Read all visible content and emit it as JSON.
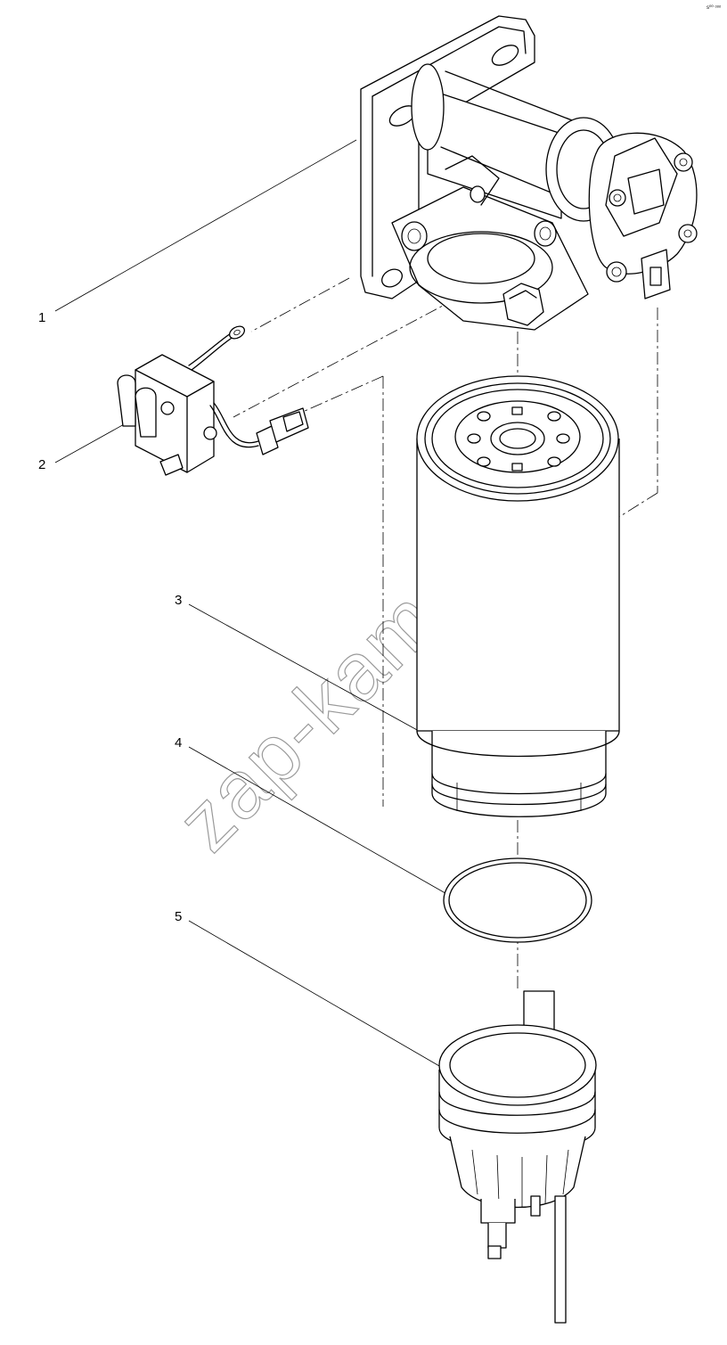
{
  "callouts": [
    {
      "id": "1",
      "label": "1"
    },
    {
      "id": "2",
      "label": "2"
    },
    {
      "id": "3",
      "label": "3"
    },
    {
      "id": "4",
      "label": "4"
    },
    {
      "id": "5",
      "label": "5"
    }
  ],
  "watermark": "zap-kam.ru",
  "corner_mark": "s⁰⁰ ᵒᵒᵒ"
}
